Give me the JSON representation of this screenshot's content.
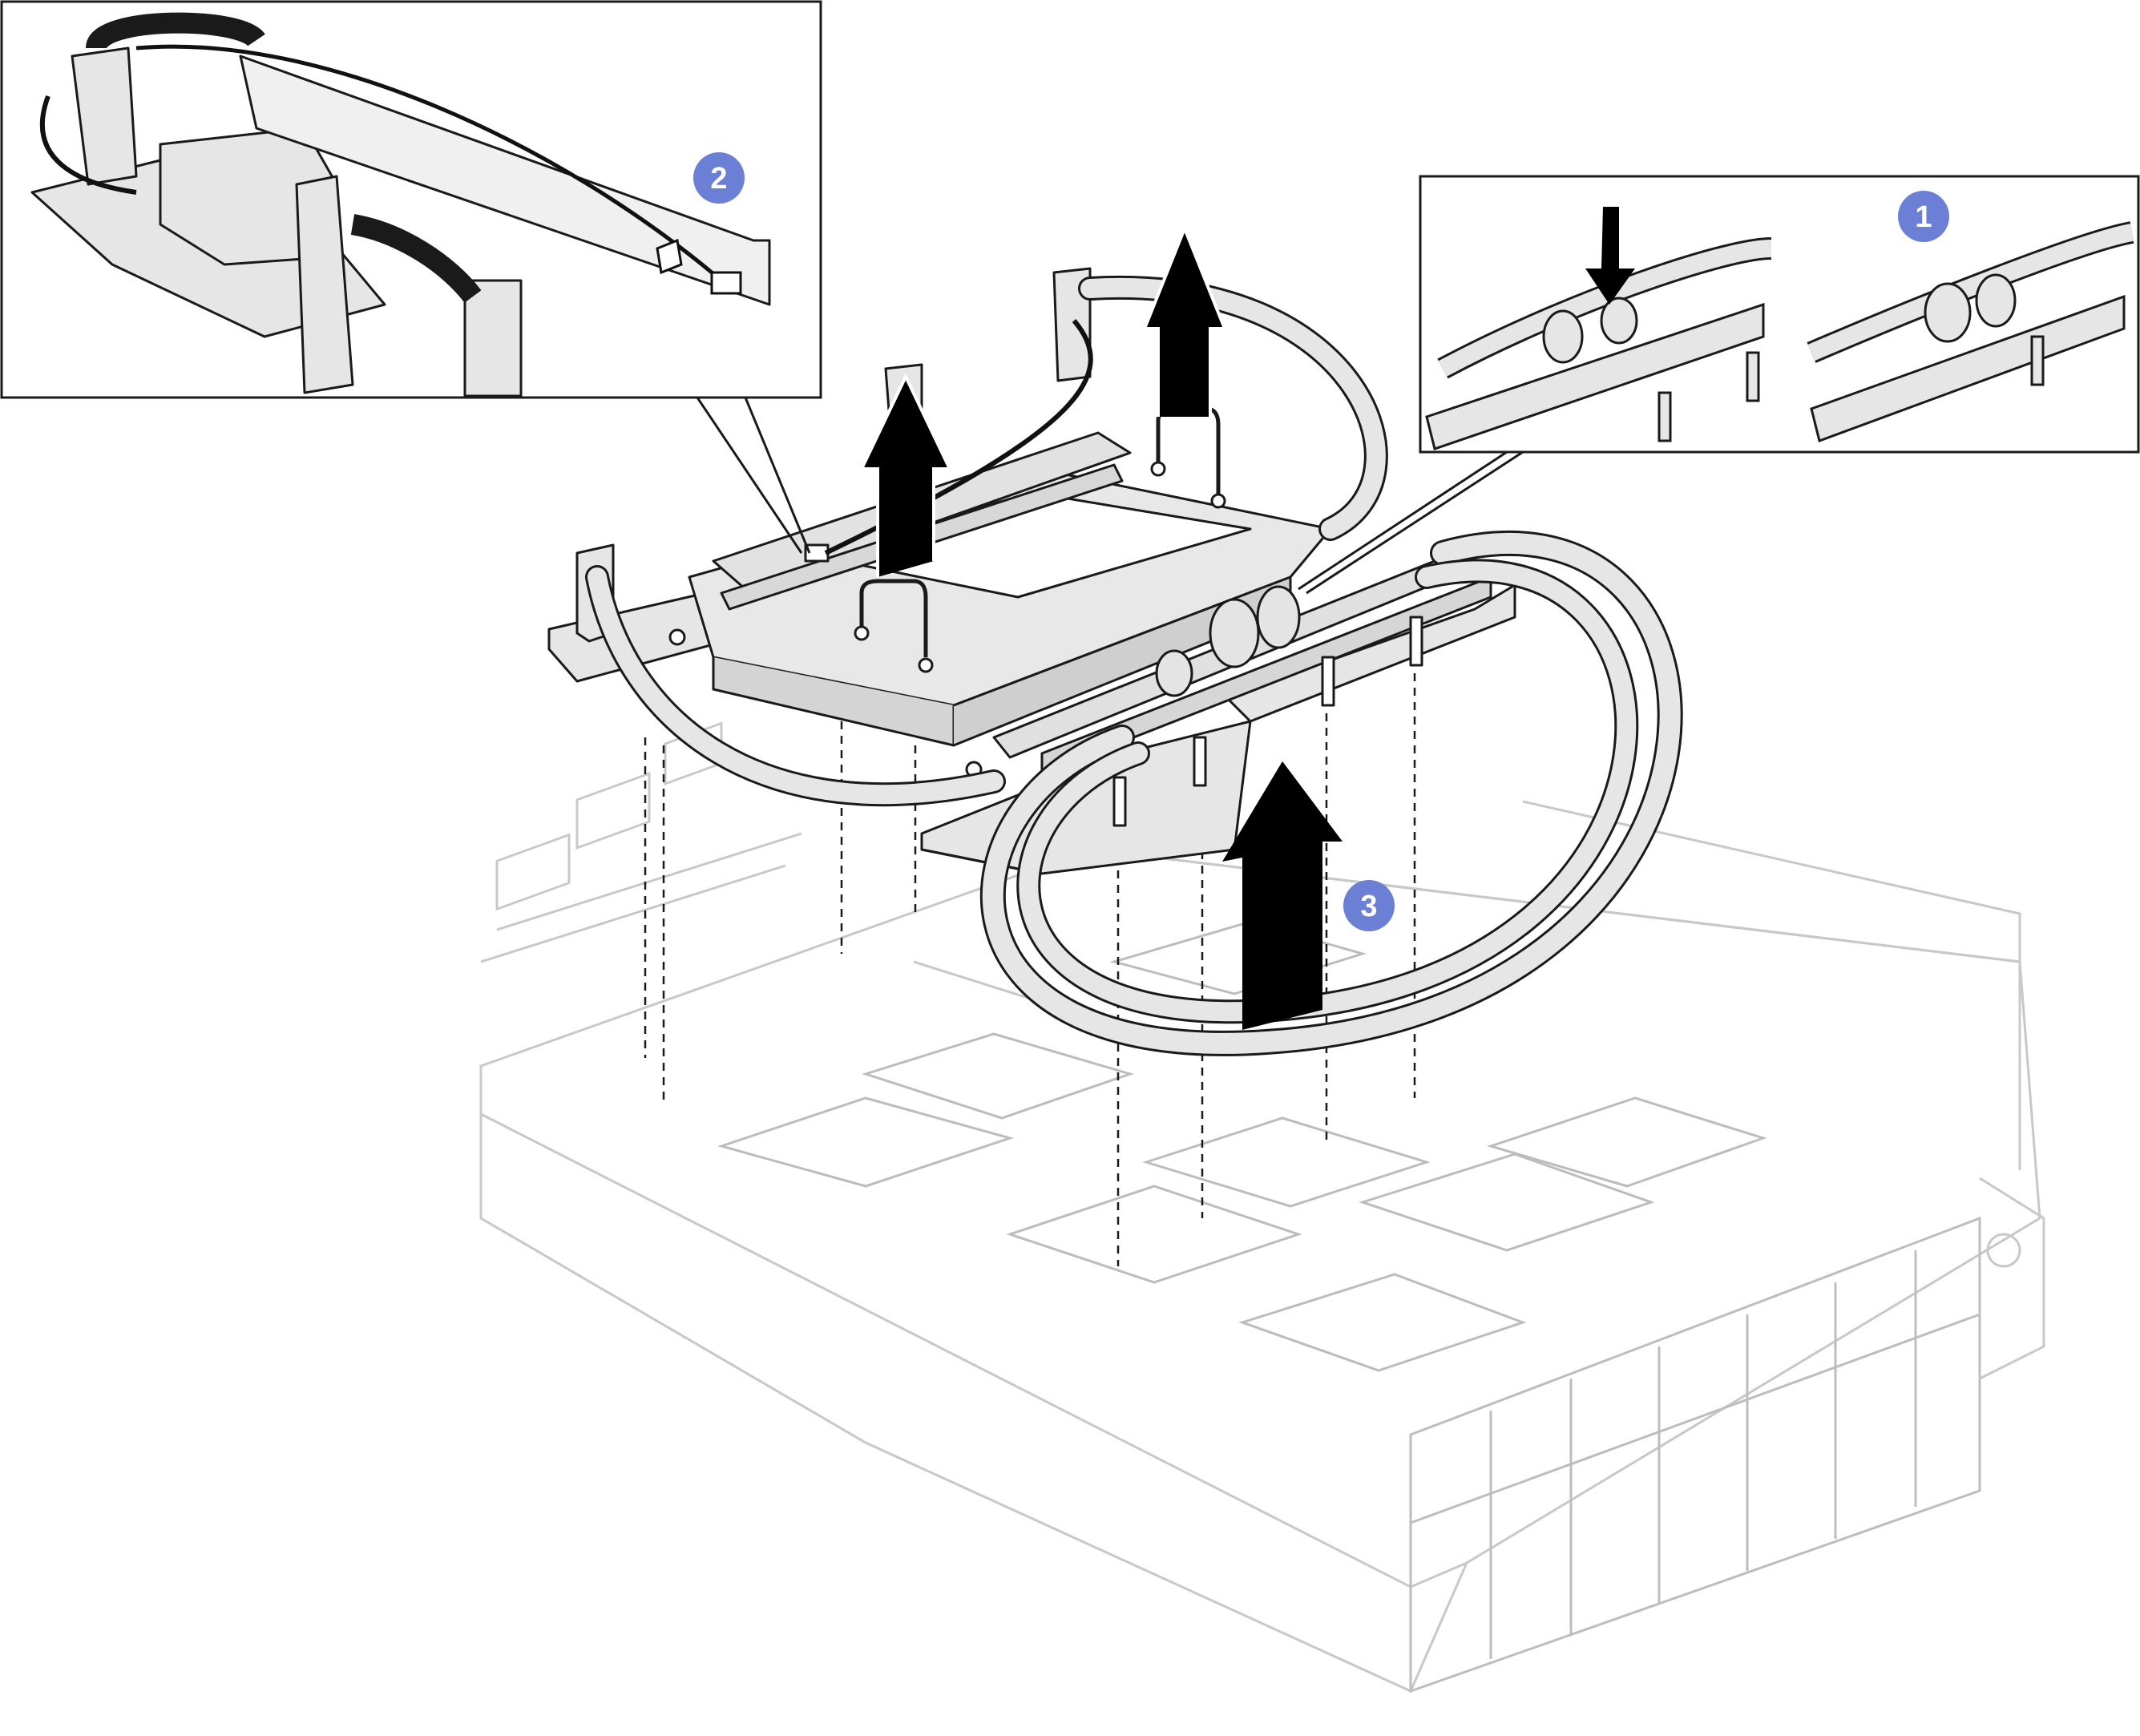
{
  "figure": {
    "callouts": [
      {
        "id": "step-1",
        "label": "1",
        "color": "#6b7fd4"
      },
      {
        "id": "step-2",
        "label": "2",
        "color": "#6b7fd4"
      },
      {
        "id": "step-3",
        "label": "3",
        "color": "#6b7fd4"
      }
    ],
    "colors": {
      "line": "#1a1a1a",
      "part_fill": "#e6e6e6",
      "part_shade": "#cfcfcf",
      "chassis_line": "#c4c4c4",
      "arrow": "#000000",
      "badge": "#6b7fd4",
      "badge_text": "#ffffff"
    },
    "icons": {
      "lift_arrow": "up-arrow-icon",
      "press_arrow": "down-arrow-icon"
    }
  }
}
